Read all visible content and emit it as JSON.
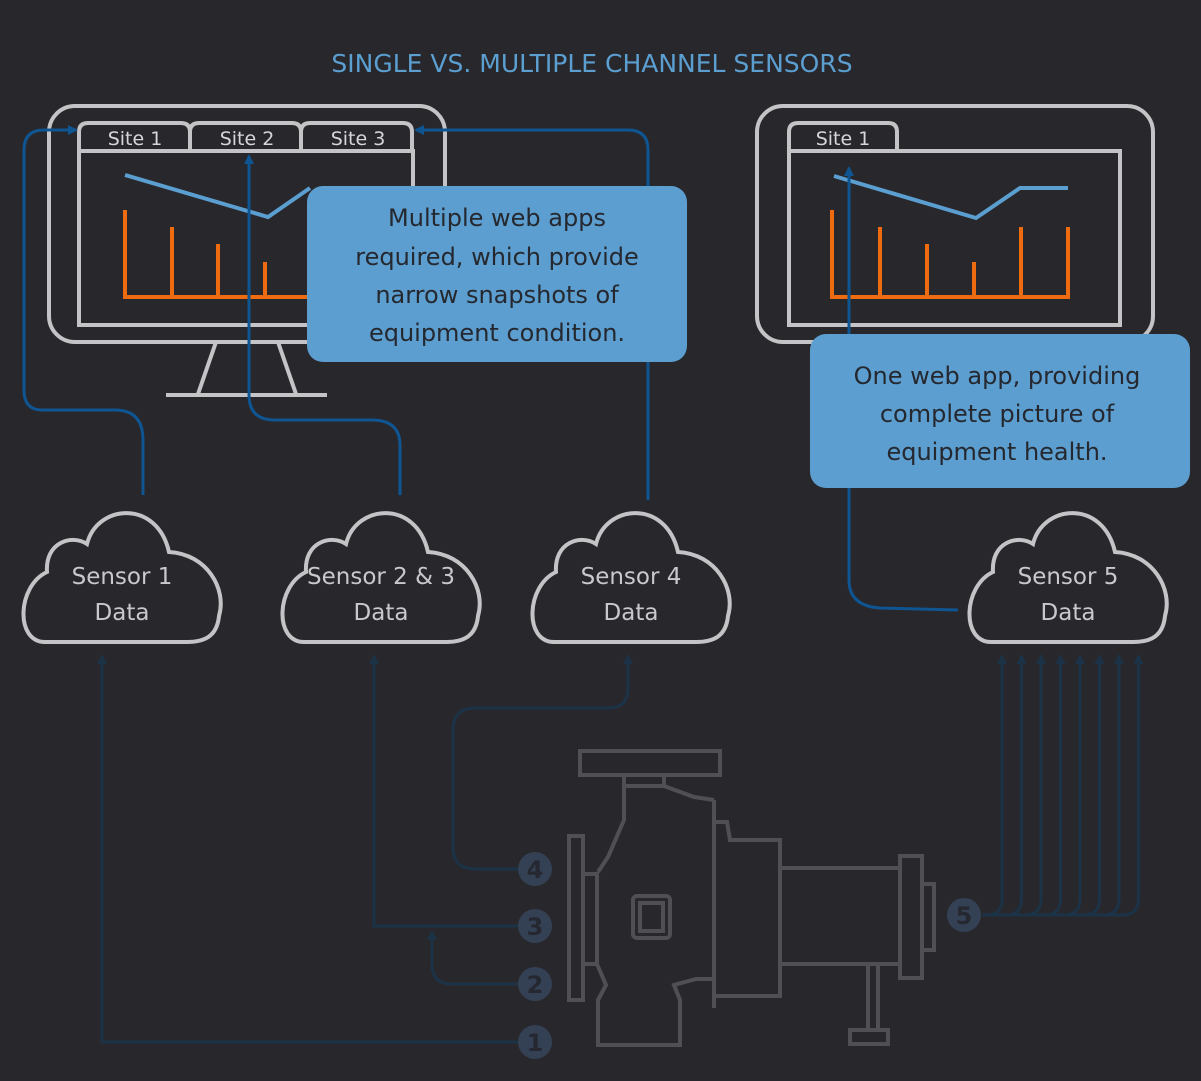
{
  "title": "SINGLE VS. MULTIPLE CHANNEL SENSORS",
  "colors": {
    "background": "#28272c",
    "title": "#5b9fd1",
    "frame": "#c4c4c6",
    "trend_line": "#5b9fd1",
    "bars": "#ee6c0f",
    "active_wire": "#0f5592",
    "dim_wire": "#1c3347",
    "callout": "#5c9ecf",
    "pump": "#505054",
    "badge": "#344154"
  },
  "left_monitor": {
    "tabs": [
      "Site 1",
      "Site 2",
      "Site 3"
    ],
    "callout": [
      "Multiple web apps",
      "required, which provide",
      "narrow snapshots of",
      "equipment condition."
    ]
  },
  "right_monitor": {
    "tabs": [
      "Site 1"
    ],
    "callout": [
      "One web app, providing",
      "complete picture of",
      "equipment health."
    ]
  },
  "clouds": [
    {
      "line1": "Sensor 1",
      "line2": "Data"
    },
    {
      "line1": "Sensor 2 & 3",
      "line2": "Data"
    },
    {
      "line1": "Sensor 4",
      "line2": "Data"
    },
    {
      "line1": "Sensor 5",
      "line2": "Data"
    }
  ],
  "sensor_badges": [
    "4",
    "3",
    "2",
    "1",
    "5"
  ]
}
